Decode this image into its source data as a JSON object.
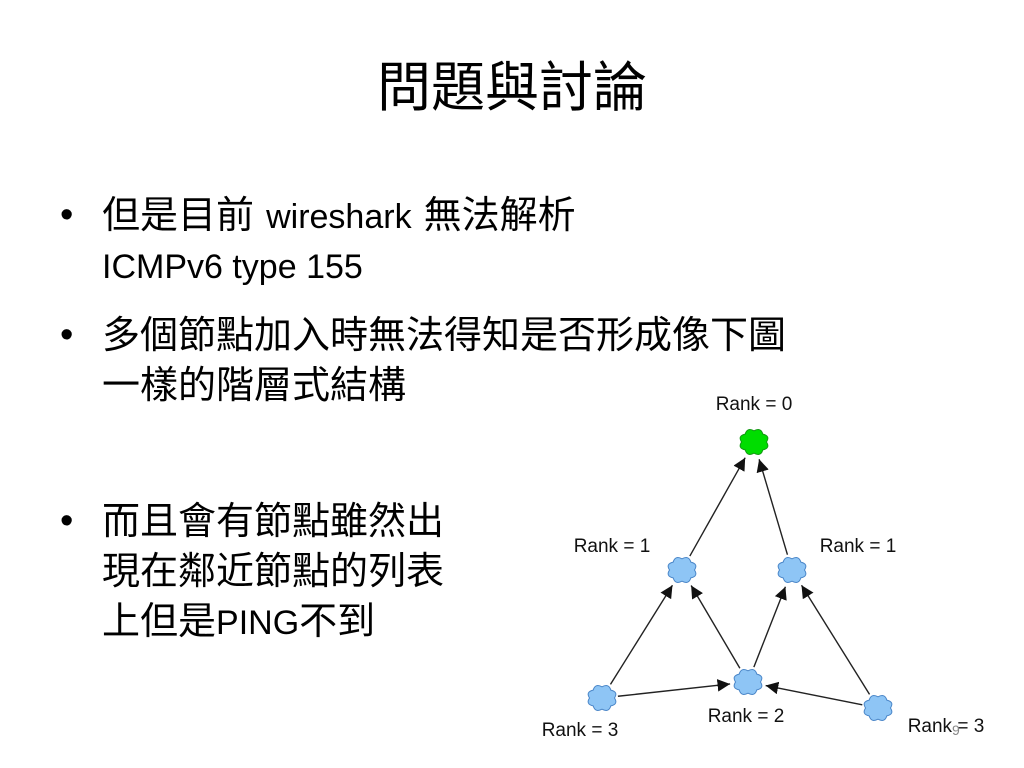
{
  "slide": {
    "title": "問題與討論",
    "page_number": "9",
    "bullets": [
      {
        "line1_cjk": "但是目前 ",
        "line1_latin": "wireshark",
        "line1_tail": " 無法解析",
        "line2": "ICMPv6 type 155"
      },
      {
        "line1": "多個節點加入時無法得知是否形成像下圖",
        "line2": "一樣的階層式結構"
      },
      {
        "line1": "而且會有節點雖然出",
        "line2": "現在鄰近節點的列表",
        "line3_cjk": "上但是",
        "line3_latin": "PING",
        "line3_tail": "不到"
      }
    ]
  },
  "diagram": {
    "colors": {
      "root": "#00dd00",
      "node": "#8ec5f5",
      "node_stroke": "#4a86c8",
      "root_stroke": "#119911",
      "edge": "#222222"
    },
    "nodes": [
      {
        "id": "root",
        "label": "Rank = 0",
        "rank": 0
      },
      {
        "id": "l1a",
        "label": "Rank = 1",
        "rank": 1
      },
      {
        "id": "l1b",
        "label": "Rank = 1",
        "rank": 1
      },
      {
        "id": "l2",
        "label": "Rank = 2",
        "rank": 2
      },
      {
        "id": "l3a",
        "label": "Rank = 3",
        "rank": 3
      },
      {
        "id": "l3b",
        "label": "Rank = 3",
        "rank": 3
      }
    ],
    "edges": [
      {
        "from": "l1a",
        "to": "root"
      },
      {
        "from": "l1b",
        "to": "root"
      },
      {
        "from": "l2",
        "to": "l1a"
      },
      {
        "from": "l2",
        "to": "l1b"
      },
      {
        "from": "l3a",
        "to": "l1a"
      },
      {
        "from": "l3a",
        "to": "l2"
      },
      {
        "from": "l3b",
        "to": "l1b"
      },
      {
        "from": "l3b",
        "to": "l2"
      }
    ]
  }
}
